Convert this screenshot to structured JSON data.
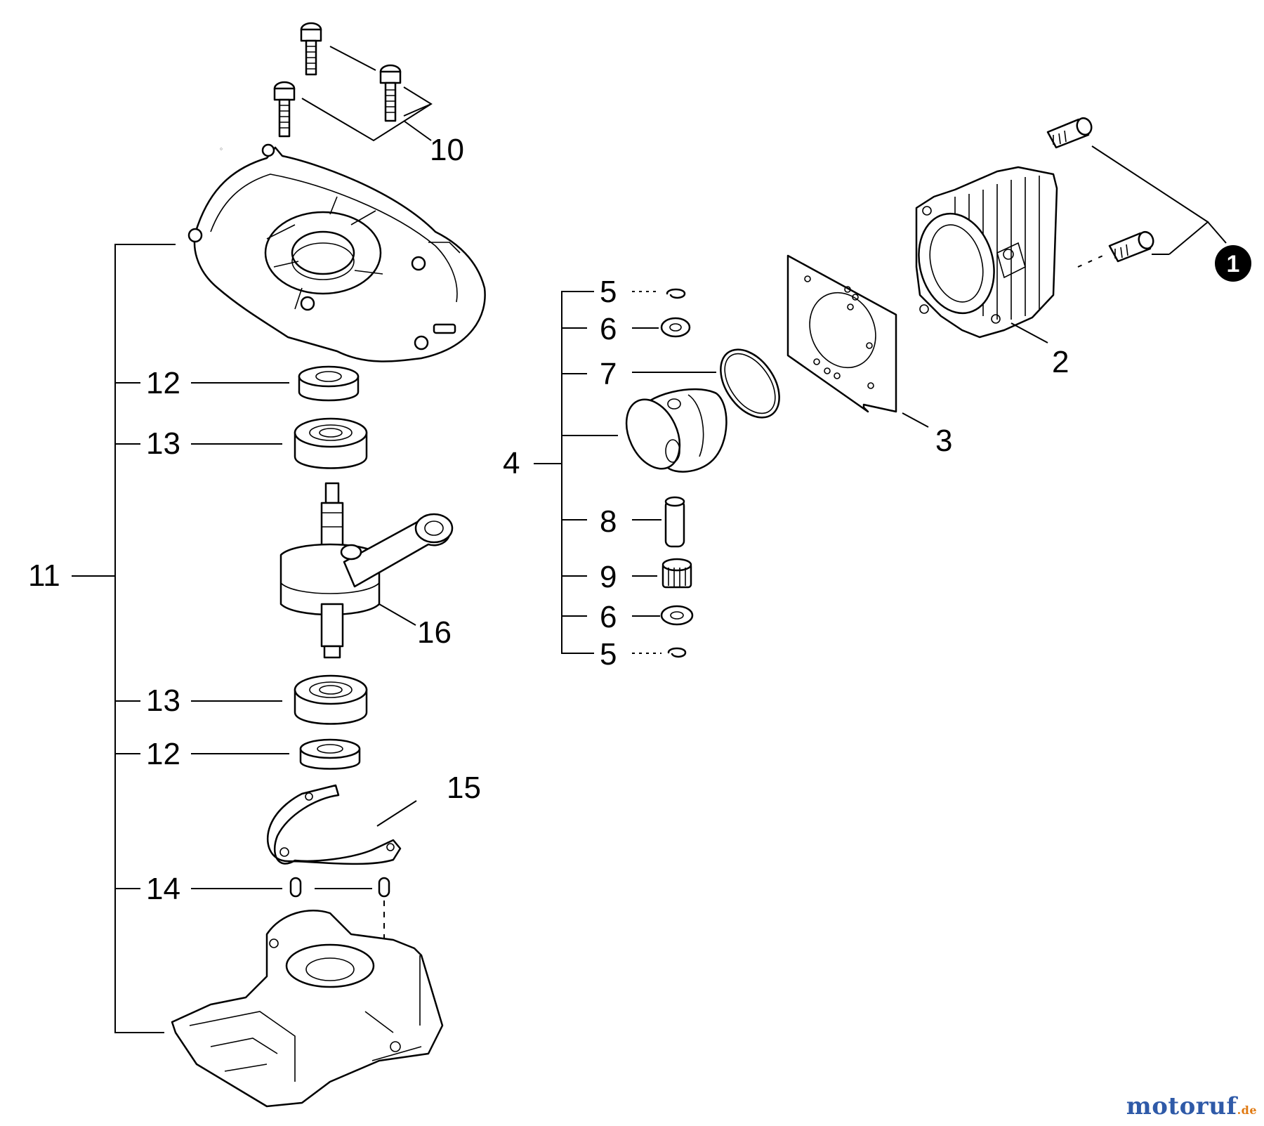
{
  "callouts": {
    "c1": "1",
    "c2": "2",
    "c3": "3",
    "c4": "4",
    "c5a": "5",
    "c5b": "5",
    "c6a": "6",
    "c6b": "6",
    "c7": "7",
    "c8": "8",
    "c9": "9",
    "c10": "10",
    "c11": "11",
    "c12a": "12",
    "c12b": "12",
    "c13a": "13",
    "c13b": "13",
    "c14": "14",
    "c15": "15",
    "c16": "16"
  },
  "watermark": {
    "main": "motoruf",
    "suffix": ".de"
  }
}
